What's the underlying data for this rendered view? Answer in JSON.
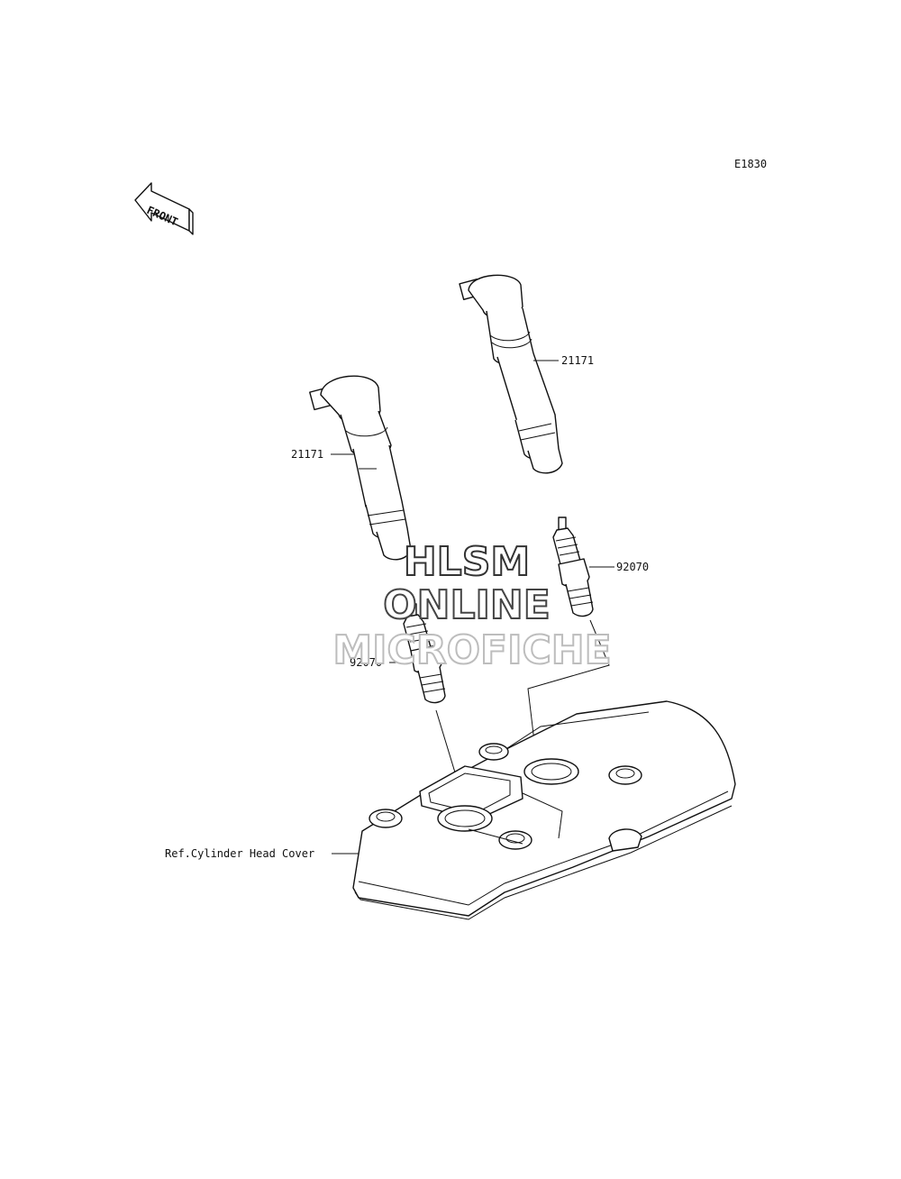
{
  "diagram": {
    "code": "E1830",
    "front_arrow_label": "FRONT",
    "callouts": {
      "coil_right": "21171",
      "coil_left": "21171",
      "plug_right": "92070",
      "plug_left": "92070",
      "head_cover": "Ref.Cylinder Head Cover"
    }
  },
  "watermark": {
    "line1": "HLSM",
    "line2": "ONLINE",
    "line3": "MICROFICHE"
  }
}
